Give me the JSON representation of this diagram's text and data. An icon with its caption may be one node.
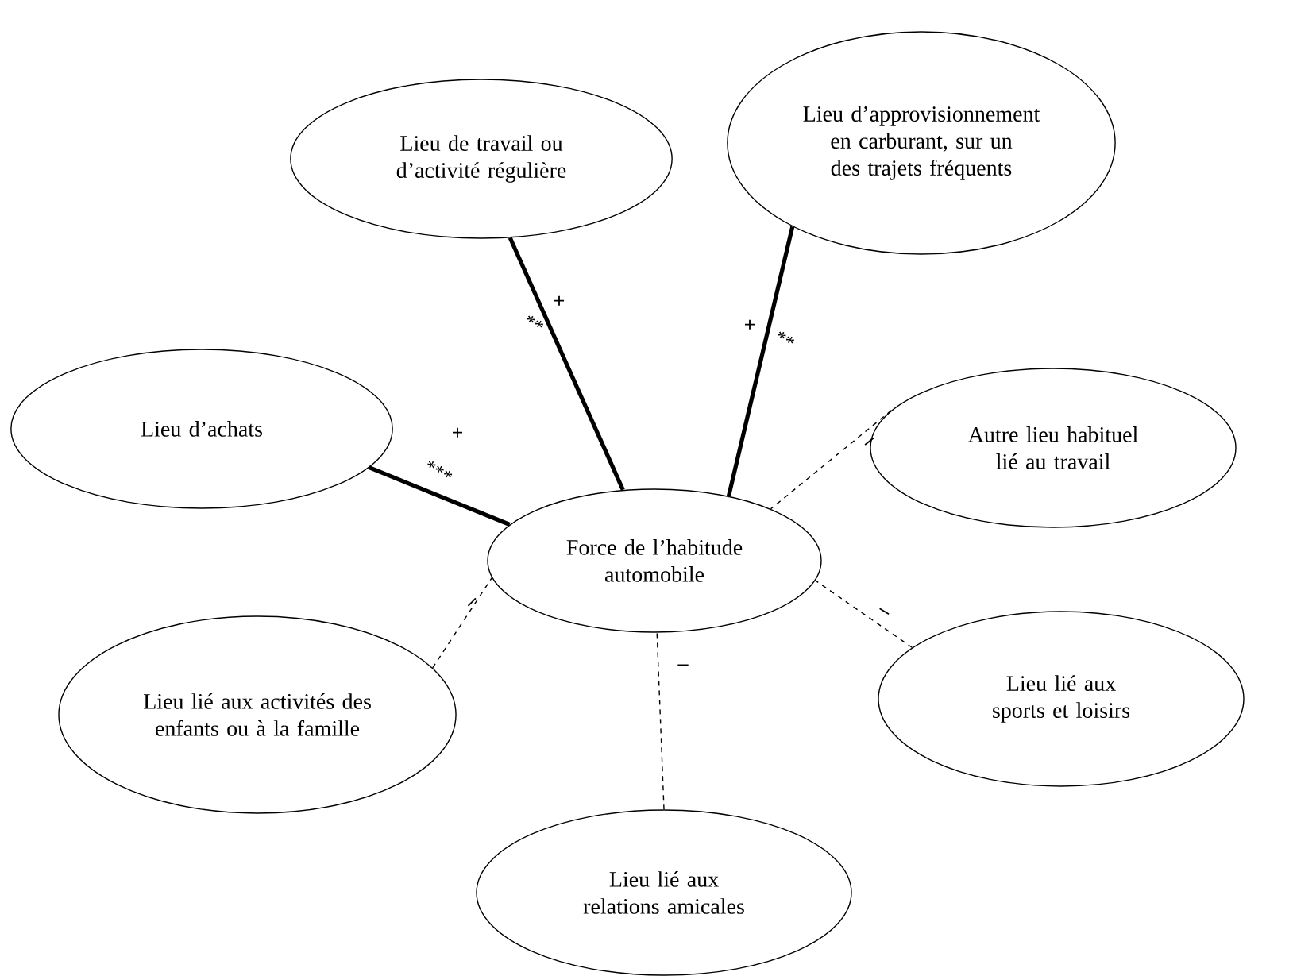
{
  "diagram": {
    "nodes": [
      {
        "text": [
          "Force de l’habitude automobile"
        ]
      },
      {
        "text": [
          "Lieu de travail ou d’activité régulière"
        ]
      },
      {
        "text": [
          "Lieu d’approvisionnement en carburant, sur un des trajets fréquents"
        ]
      },
      {
        "text": [
          "Lieu d’achats"
        ]
      },
      {
        "text": [
          "Autre lieu habituel lié au travail"
        ]
      },
      {
        "text": [
          "Lieu lié aux activités des enfants ou à la famille"
        ]
      },
      {
        "text": [
          "Lieu lié aux sports et loisirs"
        ]
      },
      {
        "text": [
          "Lieu lié aux relations amicales"
        ]
      }
    ],
    "edges": [
      {
        "from": 1,
        "to": 0,
        "arrow": "none",
        "style": "thick",
        "label": "+"
      },
      {
        "from": 2,
        "to": 0,
        "arrow": "none",
        "style": "thick",
        "label": "+"
      },
      {
        "from": 3,
        "to": 0,
        "arrow": "none",
        "style": "thick",
        "label": "+"
      },
      {
        "from": 4,
        "to": 0,
        "arrow": "none",
        "style": "dashed",
        "label": "–"
      },
      {
        "from": 5,
        "to": 0,
        "arrow": "none",
        "style": "dashed",
        "label": "–"
      },
      {
        "from": 6,
        "to": 0,
        "arrow": "none",
        "style": "dashed",
        "label": "–"
      },
      {
        "from": 7,
        "to": 0,
        "arrow": "none",
        "style": "dashed",
        "label": "–"
      }
    ],
    "labels": [
      "**",
      "**",
      "***"
    ]
  }
}
